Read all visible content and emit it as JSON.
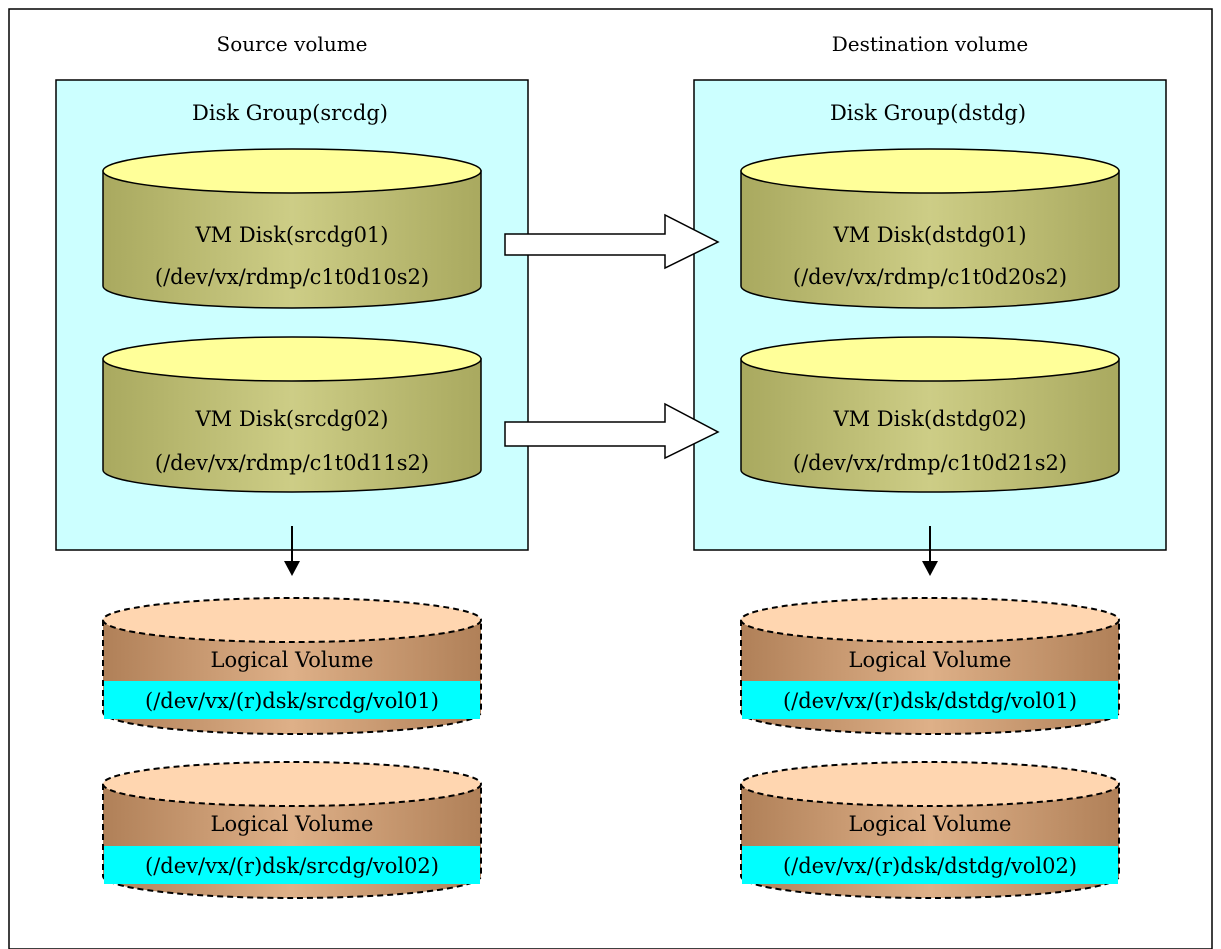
{
  "source": {
    "title": "Source volume",
    "disk_group": "Disk Group(srcdg)",
    "disks": [
      {
        "name": "VM Disk(srcdg01)",
        "path": "(/dev/vx/rdmp/c1t0d10s2)"
      },
      {
        "name": "VM Disk(srcdg02)",
        "path": "(/dev/vx/rdmp/c1t0d11s2)"
      }
    ],
    "volumes": [
      {
        "label": "Logical Volume",
        "path": "(/dev/vx/(r)dsk/srcdg/vol01)"
      },
      {
        "label": "Logical Volume",
        "path": "(/dev/vx/(r)dsk/srcdg/vol02)"
      }
    ]
  },
  "destination": {
    "title": "Destination volume",
    "disk_group": "Disk Group(dstdg)",
    "disks": [
      {
        "name": "VM Disk(dstdg01)",
        "path": "(/dev/vx/rdmp/c1t0d20s2)"
      },
      {
        "name": "VM Disk(dstdg02)",
        "path": "(/dev/vx/rdmp/c1t0d21s2)"
      }
    ],
    "volumes": [
      {
        "label": "Logical Volume",
        "path": "(/dev/vx/(r)dsk/dstdg/vol01)"
      },
      {
        "label": "Logical Volume",
        "path": "(/dev/vx/(r)dsk/dstdg/vol02)"
      }
    ]
  },
  "colors": {
    "group_fill": "#ccffff",
    "disk_top": "#ffff99",
    "disk_body": "#c2c27a",
    "volume_top": "#ffd6b0",
    "volume_body": "#c4946a",
    "volume_label_bg": "#00ffff"
  }
}
